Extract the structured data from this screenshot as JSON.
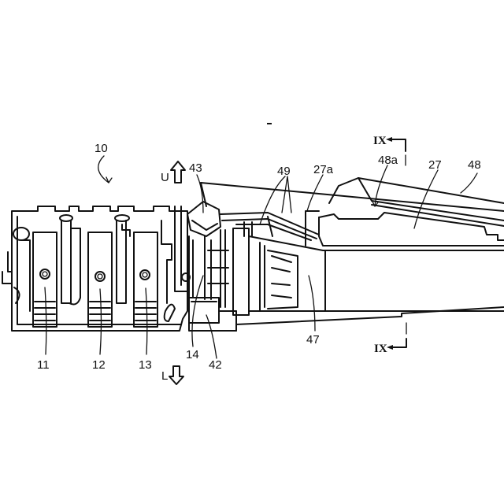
{
  "figure": {
    "type": "patent-drawing",
    "description": "Side view of connector assembly"
  },
  "labels": {
    "assembly": "10",
    "part_11": "11",
    "part_12": "12",
    "part_13": "13",
    "part_14": "14",
    "part_27": "27",
    "part_27a": "27a",
    "part_42": "42",
    "part_43": "43",
    "part_47": "47",
    "part_48": "48",
    "part_48a": "48a",
    "part_49": "49"
  },
  "directions": {
    "up": "U",
    "down": "L"
  },
  "section": {
    "top": "IX",
    "bottom": "IX"
  },
  "colors": {
    "line": "#111111",
    "background": "#ffffff"
  }
}
